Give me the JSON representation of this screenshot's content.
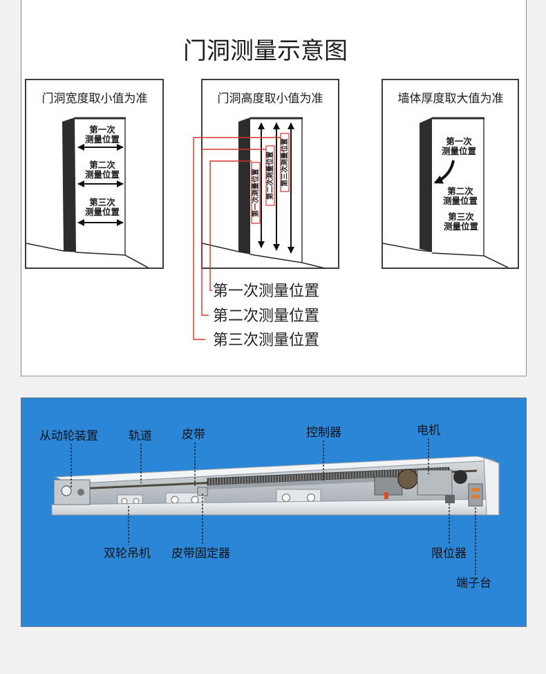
{
  "measure": {
    "title": "门洞测量示意图",
    "width_panel": {
      "label": "门洞宽度取小值为准",
      "marks": [
        {
          "line1": "第一次",
          "line2": "测量位置"
        },
        {
          "line1": "第二次",
          "line2": "测量位置"
        },
        {
          "line1": "第三次",
          "line2": "测量位置"
        }
      ]
    },
    "height_panel": {
      "label": "门洞高度取小值为准",
      "marks": [
        "第一次测量位置",
        "第二次测量位置",
        "第三次测量位置"
      ]
    },
    "thickness_panel": {
      "label": "墙体厚度取大值为准",
      "marks": [
        {
          "line1": "第一次",
          "line2": "测量位置"
        },
        {
          "line1": "第二次",
          "line2": "测量位置"
        },
        {
          "line1": "第三次",
          "line2": "测量位置"
        }
      ]
    },
    "legend": [
      "第一次测量位置",
      "第二次测量位置",
      "第三次测量位置"
    ],
    "accent_color": "#d9302c"
  },
  "operator": {
    "background": "#2c86d8",
    "labels": {
      "driven_wheel": "从动轮装置",
      "track": "轨道",
      "belt": "皮带",
      "controller": "控制器",
      "motor": "电机",
      "hanger": "双轮吊机",
      "belt_clamp": "皮带固定器",
      "limiter": "限位器",
      "terminal": "端子台"
    }
  }
}
